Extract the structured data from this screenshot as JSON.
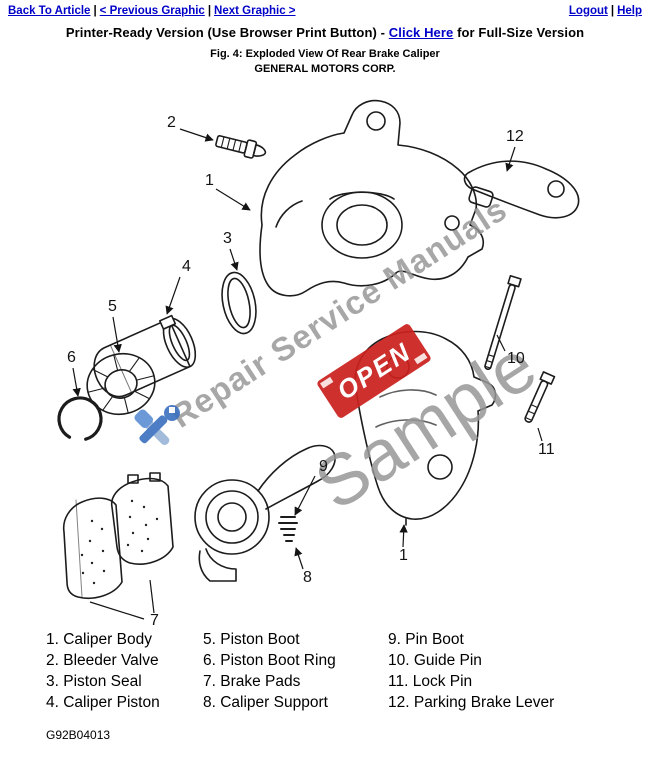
{
  "nav": {
    "back_to_article": "Back To Article",
    "previous_graphic": "< Previous Graphic",
    "next_graphic": "Next Graphic >",
    "logout": "Logout",
    "help": "Help",
    "separator": "|"
  },
  "title": {
    "prefix": "Printer-Ready Version (Use Browser Print Button) - ",
    "link_text": "Click Here",
    "suffix": " for Full-Size Version"
  },
  "figure": {
    "caption": "Fig. 4: Exploded View Of Rear Brake Caliper",
    "company": "GENERAL MOTORS CORP.",
    "drawing_code": "G92B04013"
  },
  "watermark": {
    "brand": "Repair Service Manuals",
    "sample": "Sample",
    "stamp": "OPEN"
  },
  "colors": {
    "link_blue": "#0000c8",
    "stamp_red": "#c9201d",
    "watermark_gray": "#949494"
  },
  "diagram": {
    "callouts": [
      "2",
      "1",
      "12",
      "3",
      "4",
      "5",
      "6",
      "10",
      "11",
      "9",
      "8",
      "7",
      "1"
    ]
  },
  "legend": {
    "columns": [
      [
        "1. Caliper Body",
        "2. Bleeder Valve",
        "3. Piston Seal",
        "4. Caliper Piston"
      ],
      [
        "5. Piston Boot",
        "6. Piston Boot Ring",
        "7. Brake Pads",
        "8. Caliper Support"
      ],
      [
        "9. Pin Boot",
        "10. Guide Pin",
        "11. Lock Pin",
        "12. Parking Brake Lever"
      ]
    ]
  }
}
